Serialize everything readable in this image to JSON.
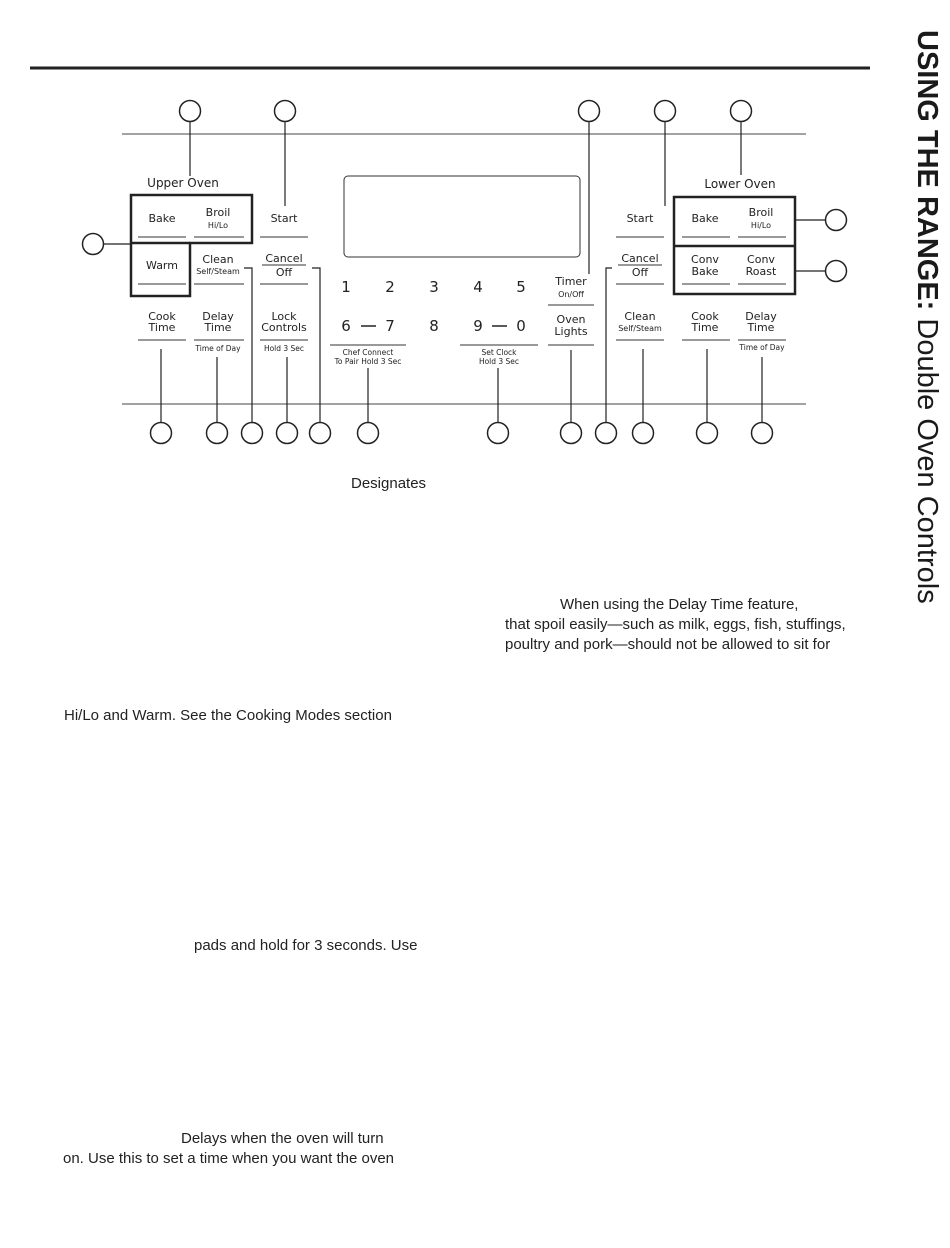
{
  "side_title": {
    "bold": "USING THE RANGE:",
    "light": " Double Oven Controls"
  },
  "panel": {
    "upper_oven_label": "Upper Oven",
    "lower_oven_label": "Lower Oven",
    "upper_keys": {
      "bake": "Bake",
      "broil": "Broil",
      "broil_sub": "Hi/Lo",
      "warm": "Warm",
      "start": "Start",
      "clean": "Clean",
      "clean_sub": "Self/Steam",
      "cancel": "Cancel",
      "off": "Off",
      "cook_time_1": "Cook",
      "cook_time_2": "Time",
      "delay_time_1": "Delay",
      "delay_time_2": "Time",
      "delay_sub": "Time of Day",
      "lock_1": "Lock",
      "lock_2": "Controls",
      "lock_sub": "Hold 3 Sec"
    },
    "number_pads": {
      "row1": [
        "1",
        "2",
        "3",
        "4",
        "5"
      ],
      "row2": [
        "6",
        "7",
        "8",
        "9",
        "0"
      ],
      "chef_connect_1": "Chef Connect",
      "chef_connect_2": "To Pair Hold 3 Sec",
      "set_clock_1": "Set Clock",
      "set_clock_2": "Hold 3 Sec"
    },
    "center_keys": {
      "timer": "Timer",
      "timer_sub": "On/Off",
      "oven_lights_1": "Oven",
      "oven_lights_2": "Lights"
    },
    "lower_keys": {
      "start": "Start",
      "bake": "Bake",
      "broil": "Broil",
      "broil_sub": "Hi/Lo",
      "cancel": "Cancel",
      "off": "Off",
      "conv_bake_1": "Conv",
      "conv_bake_2": "Bake",
      "conv_roast_1": "Conv",
      "conv_roast_2": "Roast",
      "clean": "Clean",
      "clean_sub": "Self/Steam",
      "cook_time_1": "Cook",
      "cook_time_2": "Time",
      "delay_time_1": "Delay",
      "delay_time_2": "Time",
      "delay_sub": "Time of Day"
    }
  },
  "text_fragments": {
    "designates": "Designates",
    "caution_1": "When using the Delay Time feature,",
    "caution_2": "that spoil easily—such as milk, eggs, fish, stuffings,",
    "caution_3": "poultry and pork—should not be allowed to sit for",
    "hilo": "Hi/Lo and Warm. See the Cooking Modes section",
    "pads_hold": "pads and hold for 3 seconds. Use",
    "delays_1": "Delays when the oven will turn",
    "delays_2": "on. Use this to set a time when you want the oven"
  }
}
